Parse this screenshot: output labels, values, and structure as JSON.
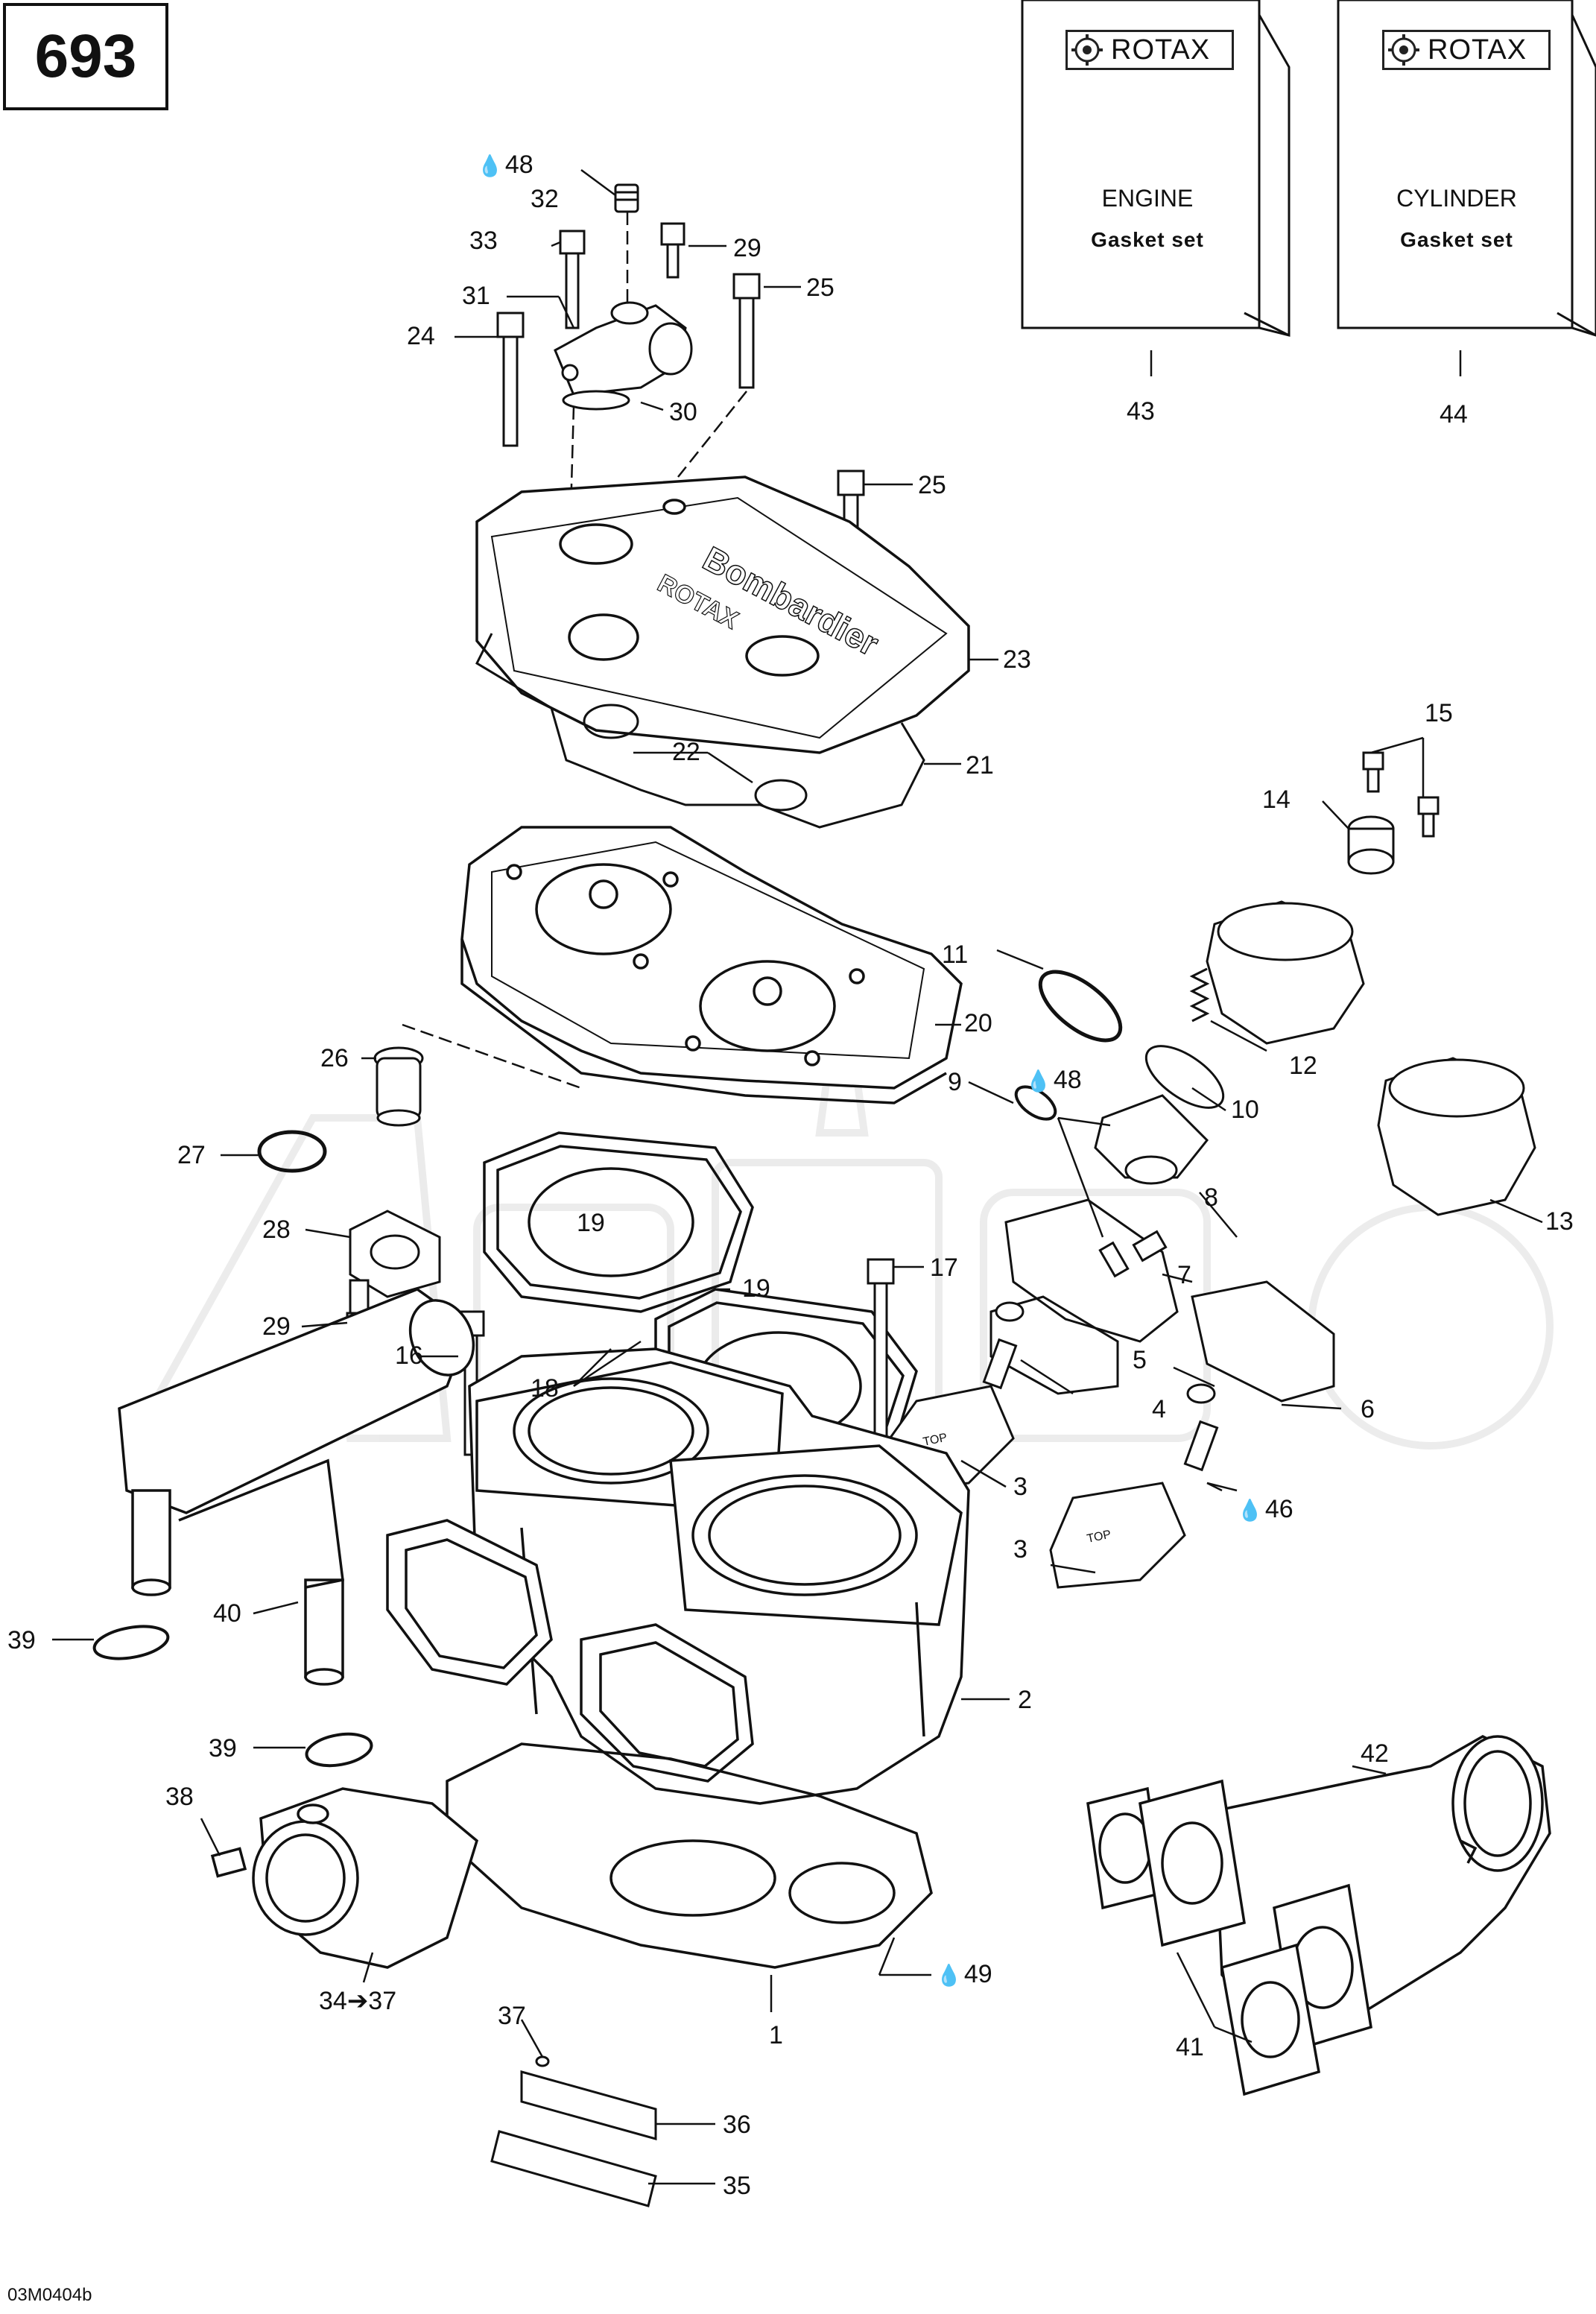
{
  "page": {
    "number": "693",
    "drawing_code": "03M0404b"
  },
  "kits": [
    {
      "brand": "ROTAX",
      "title": "ENGINE",
      "subtitle": "Gasket set",
      "ref": "43"
    },
    {
      "brand": "ROTAX",
      "title": "CYLINDER",
      "subtitle": "Gasket set",
      "ref": "44"
    }
  ],
  "oil_symbol": "💧",
  "watermark": {
    "text": "ActiveM"
  },
  "refs": {
    "r48a": "48",
    "r32": "32",
    "r33": "33",
    "r29a": "29",
    "r31": "31",
    "r25a": "25",
    "r24": "24",
    "r30": "30",
    "r25b": "25",
    "r23": "23",
    "r22": "22",
    "r21": "21",
    "r15": "15",
    "r14": "14",
    "r11": "11",
    "r20": "20",
    "r26": "26",
    "r12": "12",
    "r27": "27",
    "r9": "9",
    "r48b": "48",
    "r10": "10",
    "r13": "13",
    "r19a": "19",
    "r8": "8",
    "r28": "28",
    "r17": "17",
    "r7": "7",
    "r29b": "29",
    "r19b": "19",
    "r18": "18",
    "r16": "16",
    "r5": "5",
    "r4": "4",
    "r6": "6",
    "r3a": "3",
    "r3b": "3",
    "r46": "46",
    "r40": "40",
    "r39a": "39",
    "r2": "2",
    "r39b": "39",
    "r42": "42",
    "r38": "38",
    "r49": "49",
    "r1": "1",
    "r41": "41",
    "r37": "37",
    "r3437": "34➔37",
    "r36": "36",
    "r35": "35"
  },
  "stamps": {
    "top_label": "TOP",
    "head_brand": "Bombardier",
    "head_sub": "ROTAX"
  }
}
